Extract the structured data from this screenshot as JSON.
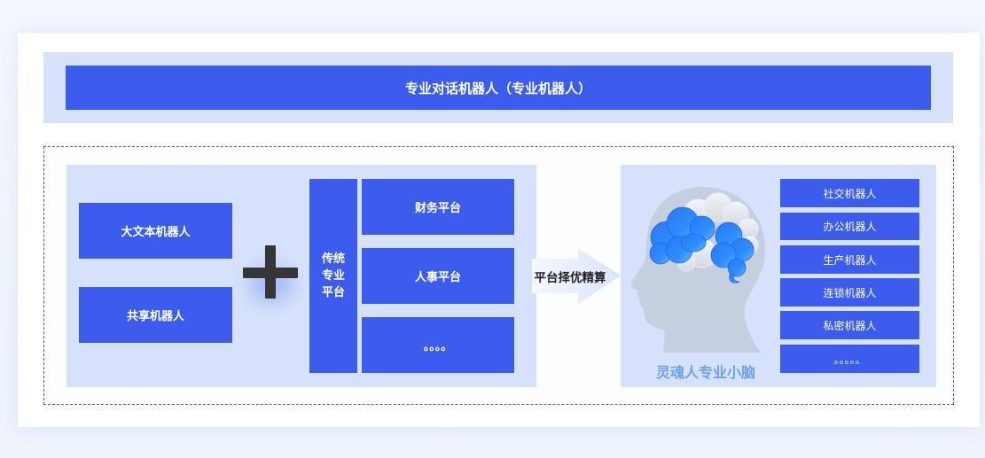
{
  "header": {
    "title": "专业对话机器人（专业机器人）"
  },
  "left_panel": {
    "robots": [
      "大文本机器人",
      "共享机器人"
    ],
    "traditional_platform": {
      "lines": [
        "传统",
        "专业",
        "平台"
      ]
    },
    "platforms": [
      "财务平台",
      "人事平台",
      "。。。。"
    ]
  },
  "arrow": {
    "label": "平台择优精算"
  },
  "right_panel": {
    "brain_label": "灵魂人专业小脑",
    "robots": [
      "社交机器人",
      "办公机器人",
      "生产机器人",
      "连锁机器人",
      "私密机器人",
      "。。。。。"
    ]
  },
  "icons": {
    "plus": "plus-icon",
    "arrow": "arrow-right-icon",
    "head": "head-brain-icon"
  },
  "colors": {
    "primary_blue": "#3b5ced",
    "panel_light_blue": "#d6e2fb",
    "dashed_border": "#3d5ad4",
    "brain_label": "#6d9ff3",
    "plus_dark": "#363636",
    "head_gray": "#c5cfe0"
  }
}
